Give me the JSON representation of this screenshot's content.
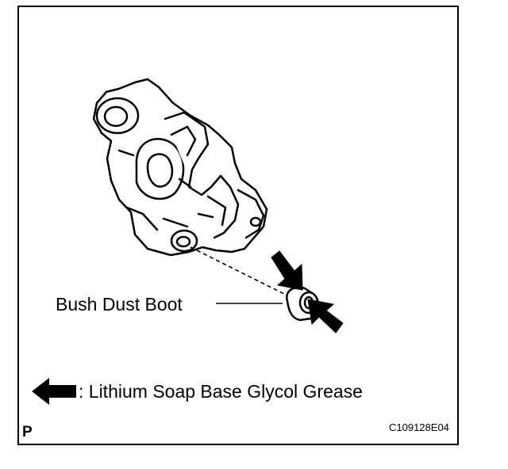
{
  "callout": {
    "label": "Bush Dust Boot"
  },
  "legend": {
    "icon": "arrow-left-icon",
    "text": ": Lithium Soap Base Glycol Grease"
  },
  "corner_letter": "P",
  "figure_code": "C109128E04",
  "colors": {
    "ink": "#000000",
    "paper": "#ffffff"
  }
}
